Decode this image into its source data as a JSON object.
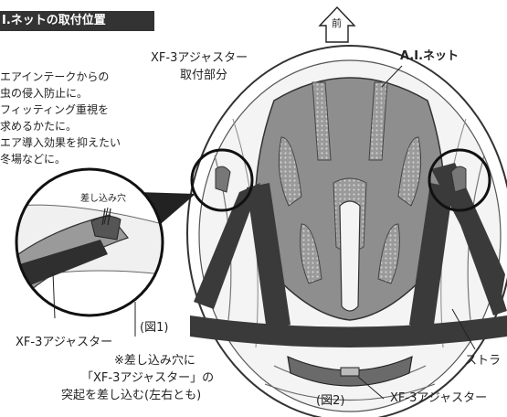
{
  "section": {
    "title": "I.ネットの取付位置"
  },
  "description": [
    "エアインテークからの",
    "虫の侵入防止に。",
    "フィッティング重視を",
    "求めるかたに。",
    "エア導入効果を抑えたい",
    "冬場などに。"
  ],
  "diagram": {
    "front_label": "前",
    "adjuster_mount_label_line1": "XF-3アジャスター",
    "adjuster_mount_label_line2": "取付部分",
    "net_label": "A.I.ネット",
    "insert_hole_label": "差し込み穴",
    "fig1_label": "(図1)",
    "fig2_label": "(図2)",
    "adjuster_left_label": "XF-3アジャスター",
    "adjuster_bottom_label": "XF-3アジャスター",
    "strap_label": "ストラ",
    "note_line1": "※差し込み穴に",
    "note_line2": "「XF-3アジャスター」の",
    "note_line3": "突起を差し込む(左右とも)"
  }
}
